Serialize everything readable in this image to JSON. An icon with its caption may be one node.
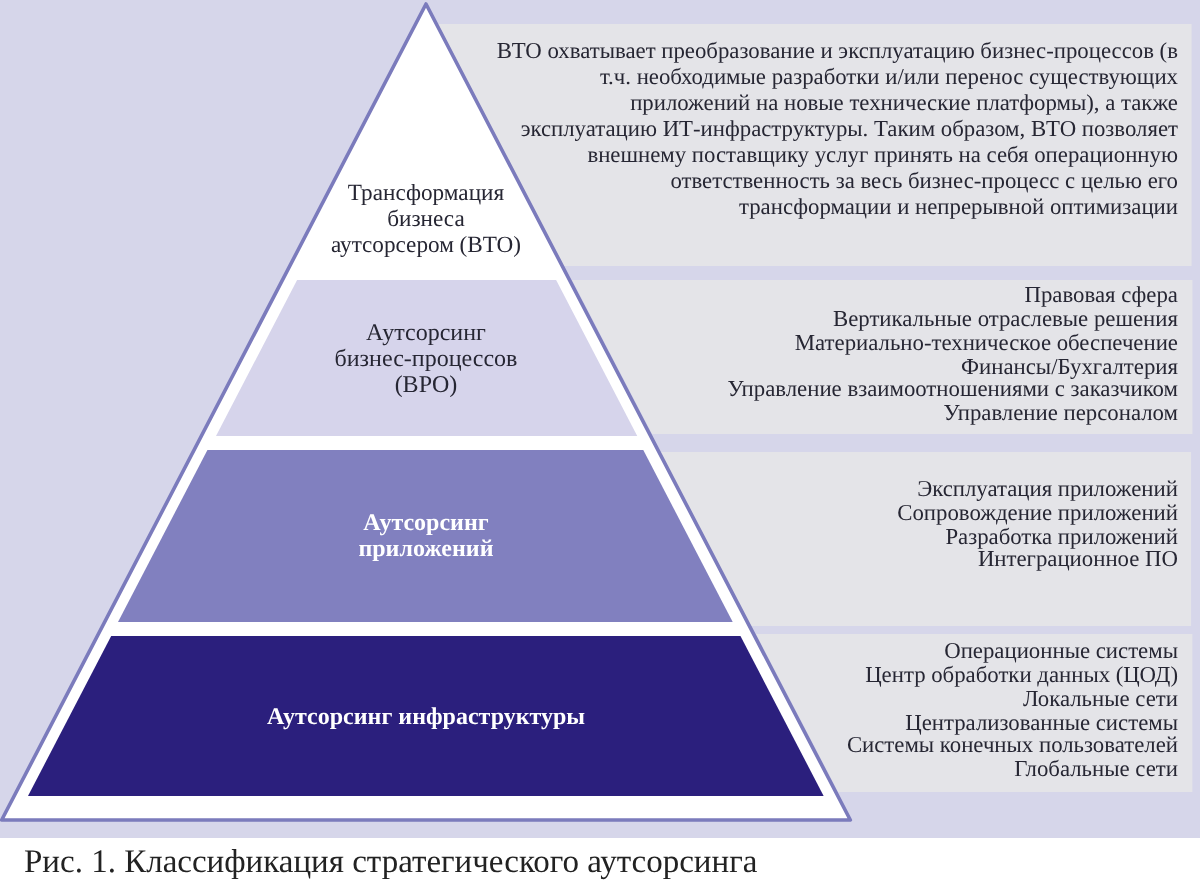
{
  "diagram": {
    "caption": "Рис. 1. Классификация стратегического аутсорсинга",
    "nodes": [
      {
        "text": [
          "Трансформация бизнеса аутсорсером (BTO)"
        ]
      },
      {
        "text": [
          "BTO охватывает преобразование и эксплуатацию бизнес-процессов (в т.ч. необходимые разработки и/или перенос существующих приложений на новые технические платформы), а также эксплуатацию ИТ-инфраструктуры. Таким образом, BTO позволяет внешнему поставщику услуг принять на себя операционную ответственность за весь бизнес-процесс с целью его трансформации и непрерывной оптимизации"
        ]
      },
      {
        "text": [
          "Аутсорсинг бизнес-процессов (BPO)"
        ]
      },
      {
        "text": [
          "Правовая сфера",
          "Вертикальные отраслевые решения",
          "Материально-техническое обеспечение",
          "Финансы/Бухгалтерия",
          "Управление взаимоотношениями с заказчиком",
          "Управление персоналом"
        ]
      },
      {
        "text": [
          "Аутсорсинг приложений"
        ]
      },
      {
        "text": [
          "Эксплуатация приложений",
          "Сопровождение приложений",
          "Разработка приложений",
          "Интеграционное ПО"
        ]
      },
      {
        "text": [
          "Аутсорсинг инфраструктуры"
        ]
      },
      {
        "text": [
          "Операционные системы",
          "Центр обработки данных (ЦОД)",
          "Локальные сети",
          "Централизованные системы",
          "Системы конечных пользователей",
          "Глобальные сети"
        ]
      }
    ]
  }
}
